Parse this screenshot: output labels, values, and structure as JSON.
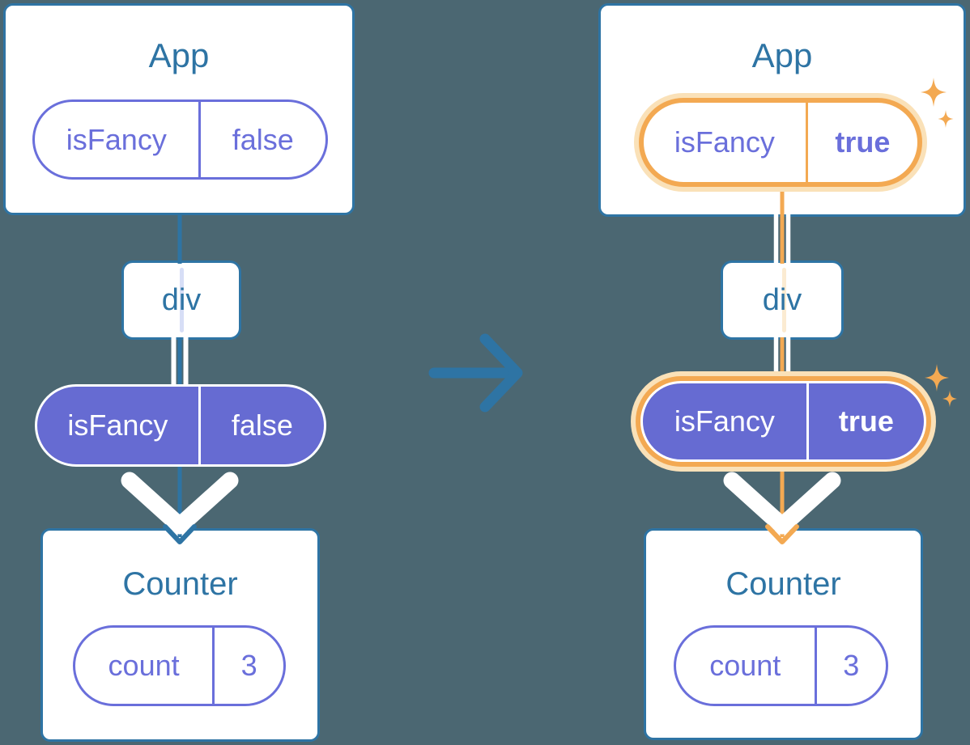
{
  "palette": {
    "background": "#4B6772",
    "blue": "#2E74A4",
    "purple_fill": "#666BD2",
    "purple_text": "#6A6FDB",
    "lavender_stripe": "#D7DEF6",
    "orange_highlight": "#F3A952",
    "cream_halo": "#FAE1B8",
    "cream_stripe": "#FBEBD2",
    "white": "#FFFFFF"
  },
  "transition": {
    "icon": "arrow-right",
    "color": "#2E74A4"
  },
  "before": {
    "app": {
      "title": "App",
      "state_name": "isFancy",
      "state_value": "false"
    },
    "div": {
      "title": "div"
    },
    "passed_prop": {
      "name": "isFancy",
      "value": "false"
    },
    "counter": {
      "title": "Counter",
      "state_name": "count",
      "state_value": "3"
    }
  },
  "after": {
    "highlight": {
      "color": "#F3A952",
      "sparkles": true
    },
    "app": {
      "title": "App",
      "state_name": "isFancy",
      "state_value": "true"
    },
    "div": {
      "title": "div"
    },
    "passed_prop": {
      "name": "isFancy",
      "value": "true"
    },
    "counter": {
      "title": "Counter",
      "state_name": "count",
      "state_value": "3"
    }
  }
}
